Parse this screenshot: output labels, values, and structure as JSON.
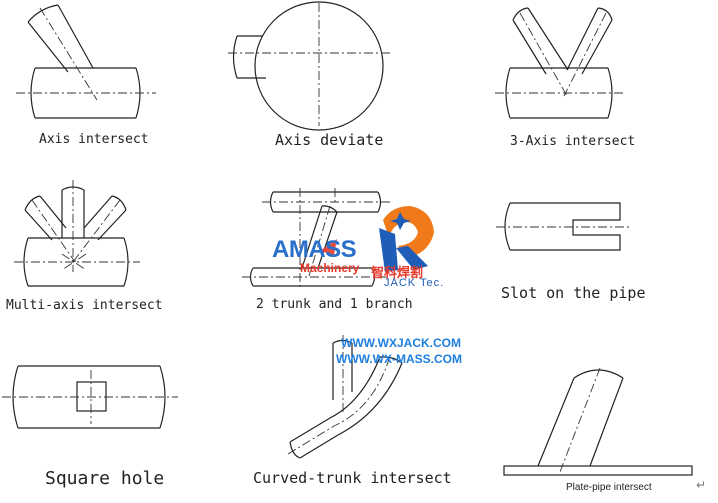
{
  "captions": {
    "axis_intersect": "Axis intersect",
    "axis_deviate": "Axis deviate",
    "three_axis_intersect": "3-Axis intersect",
    "multi_axis_intersect": "Multi-axis intersect",
    "trunk_branch": "2 trunk and 1 branch",
    "slot_on_pipe": "Slot on the pipe",
    "square_hole": "Square hole",
    "curved_trunk": "Curved-trunk intersect",
    "plate_pipe": "Plate-pipe intersect"
  },
  "watermark": {
    "brand": "AMASS",
    "sub": "Machinery",
    "chinese": "智科焊割",
    "jack": "JACK Tec."
  },
  "urls": {
    "url1": "WWW.WXJACK.COM",
    "url2": "WWW.WX-MASS.COM"
  },
  "return_mark": "↵",
  "colors": {
    "line": "#222222",
    "amass_blue": "#2a6fc9",
    "amass_red": "#e8392b",
    "jack_orange": "#f07a1a",
    "url_blue": "#1e7fe0"
  }
}
